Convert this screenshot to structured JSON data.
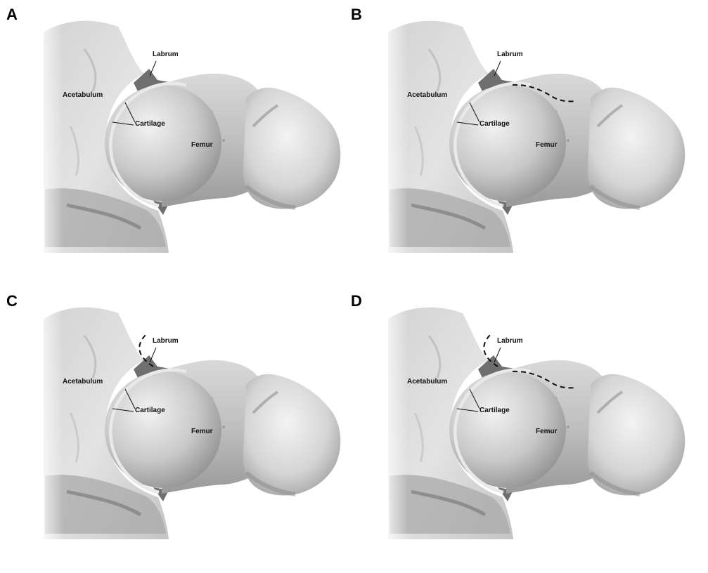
{
  "panels": [
    {
      "letter": "A",
      "head_dash": false,
      "rim_dash": false
    },
    {
      "letter": "B",
      "head_dash": true,
      "rim_dash": false
    },
    {
      "letter": "C",
      "head_dash": false,
      "rim_dash": true
    },
    {
      "letter": "D",
      "head_dash": true,
      "rim_dash": true
    }
  ],
  "labels": {
    "labrum": "Labrum",
    "acetabulum": "Acetabulum",
    "cartilage": "Cartilage",
    "femur": "Femur"
  },
  "colors": {
    "background": "#ffffff",
    "bone_light": "#e6e6e6",
    "bone_mid": "#bdbdbd",
    "bone_dark": "#7a7a7a",
    "labrum": "#6f6f6f",
    "cartilage": "#e9e9e9",
    "dash": "#111111"
  }
}
